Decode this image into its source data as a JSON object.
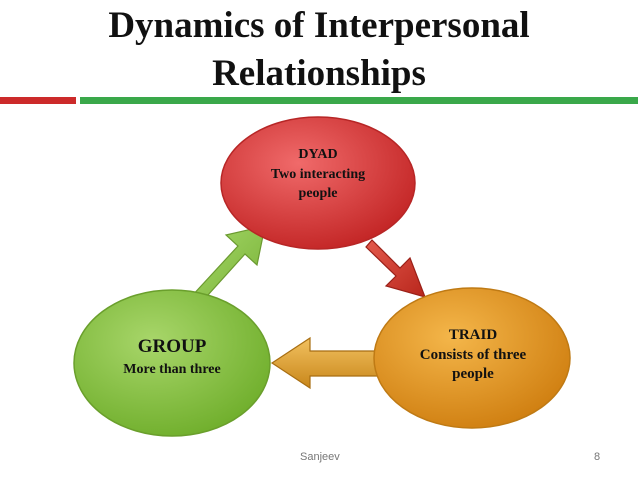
{
  "slide": {
    "title_line1": "Dynamics of Interpersonal",
    "title_line2": "Relationships",
    "author": "Sanjeev",
    "page_number": "8"
  },
  "nodes": {
    "dyad": {
      "name": "DYAD",
      "desc_line1": "Two interacting",
      "desc_line2": "people",
      "color": "#d93636"
    },
    "traid": {
      "name": "TRAID",
      "desc_line1": "Consists of three",
      "desc_line2": "people",
      "color": "#e39a1c"
    },
    "group": {
      "name": "GROUP",
      "desc_line1": "More than three",
      "color": "#8ac43f"
    }
  },
  "colors": {
    "red_bar": "#cc2a2a",
    "green_bar": "#3aa84a",
    "arrow_green": "#8bc34a",
    "arrow_red": "#d13a2c",
    "arrow_orange": "#e0a030"
  },
  "icons": [
    "arrow-up-right-icon",
    "arrow-down-right-icon",
    "arrow-left-icon"
  ]
}
